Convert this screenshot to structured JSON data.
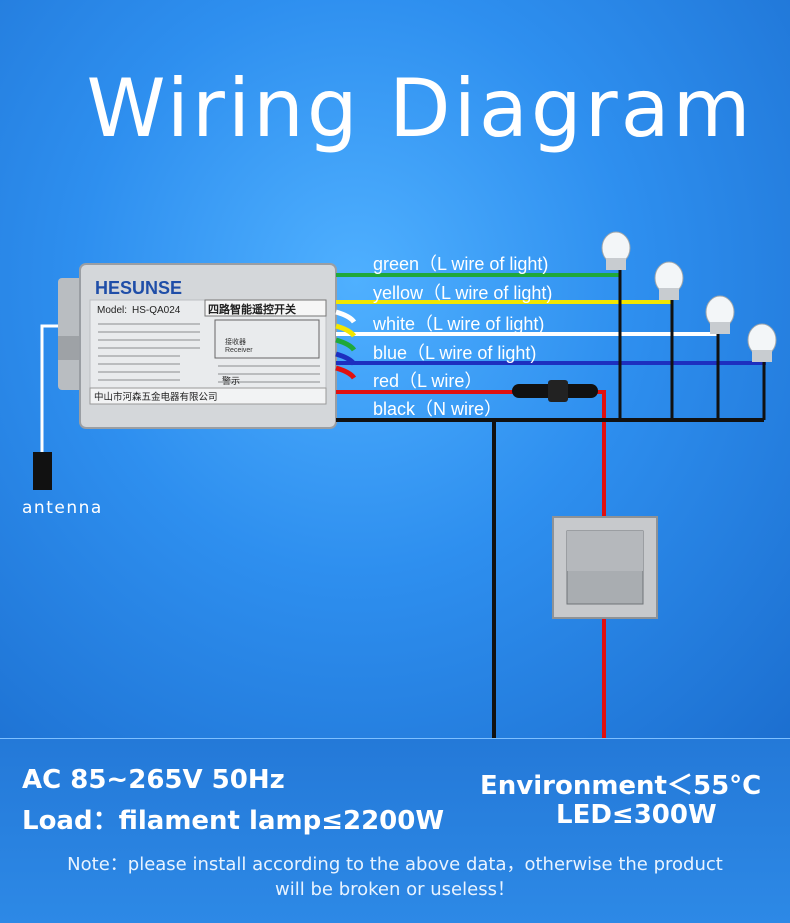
{
  "title": "Wiring Diagram",
  "module": {
    "brand": "HESUNSE",
    "model_label": "Model:",
    "model": "HS-QA024",
    "cn_title": "四路智能遥控开关",
    "manufacturer": "中山市河森五金电器有限公司",
    "warning": "警示",
    "receiver_cn": "接收器",
    "receiver_en": "Receiver"
  },
  "wires": [
    {
      "label": "green（L wire of light)",
      "color": "#1fa83a"
    },
    {
      "label": "yellow（L wire of light)",
      "color": "#f2e600"
    },
    {
      "label": "white（L wire of light)",
      "color": "#ffffff"
    },
    {
      "label": "blue（L wire of light)",
      "color": "#1d2fbf"
    },
    {
      "label": "red（L wire）",
      "color": "#e01010"
    },
    {
      "label": "black（N wire）",
      "color": "#111111"
    }
  ],
  "antenna_label": "antenna",
  "specs": {
    "voltage": "AC 85~265V  50Hz",
    "environment": "Environment＜55°C",
    "load": "Load：filament lamp≤2200W",
    "led": "LED≤300W"
  },
  "note": {
    "line1": "Note：please install according to the above data，otherwise the product",
    "line2": "will be broken or useless！"
  }
}
